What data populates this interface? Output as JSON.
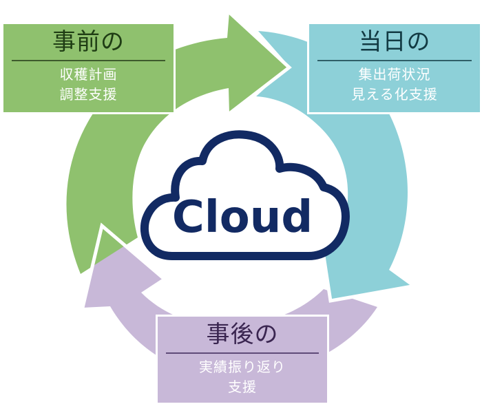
{
  "colors": {
    "before": "#8fc16e",
    "day": "#8dd0d8",
    "after": "#c8b8d8",
    "cloud_stroke": "#122a63",
    "cloud_fill": "#ffffff"
  },
  "center": {
    "icon": "cloud-icon",
    "label": "Cloud"
  },
  "phases": [
    {
      "id": "before",
      "title": "事前の",
      "lines": [
        "収穫計画",
        "調整支援"
      ]
    },
    {
      "id": "day",
      "title": "当日の",
      "lines": [
        "集出荷状況",
        "見える化支援"
      ]
    },
    {
      "id": "after",
      "title": "事後の",
      "lines": [
        "実績振り返り",
        "支援"
      ]
    }
  ]
}
